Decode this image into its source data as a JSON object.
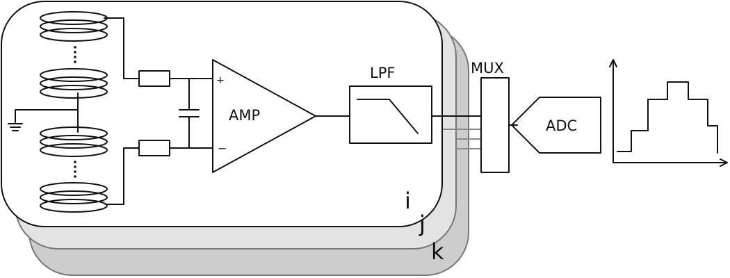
{
  "labels": {
    "channel_i": "i",
    "channel_j": "j",
    "channel_k": "k",
    "amp": "AMP",
    "amp_plus": "+",
    "amp_minus": "−",
    "lpf": "LPF",
    "mux": "MUX",
    "adc": "ADC"
  },
  "colors": {
    "panel_i": "#ffffff",
    "panel_j": "#e3e3e3",
    "panel_k": "#cdcdcd",
    "wire_gray": "#8a8a8a",
    "stroke": "#111111"
  },
  "icons": [
    "coil-icon",
    "ground-icon",
    "resistor-icon",
    "capacitor-icon",
    "step-plot-icon"
  ]
}
